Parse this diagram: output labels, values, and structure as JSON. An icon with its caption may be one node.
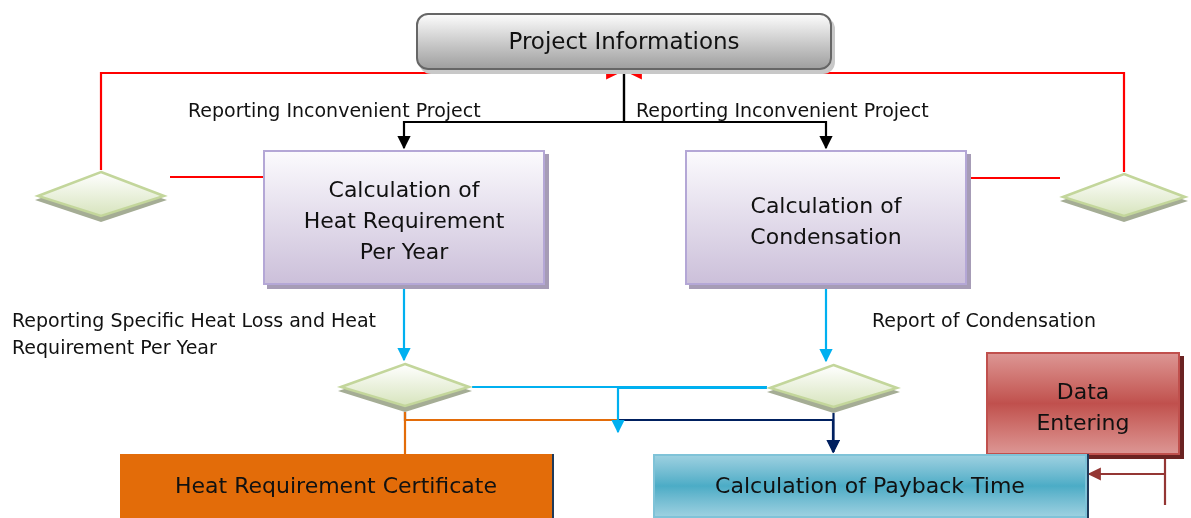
{
  "diagram": {
    "nodes": [
      {
        "text": [
          "Project Informations"
        ]
      },
      {
        "text": [
          "Calculation of Heat Requirement Per Year"
        ]
      },
      {
        "text": [
          "Calculation of Condensation"
        ]
      },
      {
        "text": [],
        "shape": "diamond"
      },
      {
        "text": [],
        "shape": "diamond"
      },
      {
        "text": [],
        "shape": "diamond"
      },
      {
        "text": [],
        "shape": "diamond"
      },
      {
        "text": [
          "Data Entering"
        ]
      },
      {
        "text": [
          "Heat Requirement Certificate"
        ]
      },
      {
        "text": [
          "Calculation of Payback Time"
        ]
      }
    ],
    "edges": [
      {
        "from": 0,
        "to": 1,
        "arrow": "to",
        "color": "#000000"
      },
      {
        "from": 0,
        "to": 2,
        "arrow": "to",
        "color": "#000000"
      },
      {
        "from": 1,
        "to": 3,
        "arrow": "none",
        "color": "#ff0000"
      },
      {
        "from": 3,
        "to": 0,
        "arrow": "to",
        "color": "#ff0000"
      },
      {
        "from": 2,
        "to": 4,
        "arrow": "none",
        "color": "#ff0000"
      },
      {
        "from": 4,
        "to": 0,
        "arrow": "to",
        "color": "#ff0000"
      },
      {
        "from": 1,
        "to": 5,
        "arrow": "to",
        "color": "#00b0f0"
      },
      {
        "from": 2,
        "to": 6,
        "arrow": "to",
        "color": "#00b0f0"
      },
      {
        "from": 5,
        "to": 6,
        "arrow": "none",
        "color": "#00b0f0"
      },
      {
        "from": 5,
        "to": 9,
        "arrow": "to",
        "color": "#002060"
      },
      {
        "from": 6,
        "to": 9,
        "arrow": "to",
        "color": "#002060"
      },
      {
        "from": 5,
        "to": 8,
        "arrow": "none",
        "color": "#e36c09"
      },
      {
        "from": 6,
        "to": null,
        "arrow": "to",
        "color": "#00b0f0"
      },
      {
        "from": 7,
        "to": 9,
        "arrow": "to",
        "color": "#943634"
      }
    ],
    "labels": [
      "Reporting Inconvenient Project",
      "Reporting Inconvenient Project",
      "Reporting Specific Heat Loss and Heat Requirement Per Year",
      "Report of Condensation"
    ]
  }
}
